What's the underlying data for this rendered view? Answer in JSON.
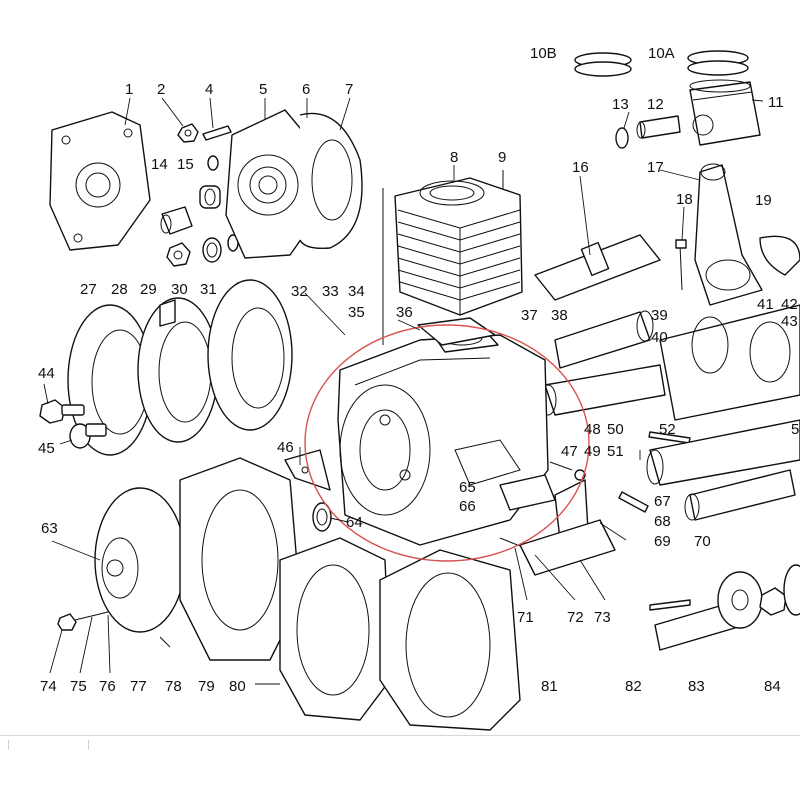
{
  "highlight_color": "#d9534f",
  "labels": {
    "p1": "1",
    "p2": "2",
    "p4": "4",
    "p5": "5",
    "p6": "6",
    "p7": "7",
    "p8": "8",
    "p9": "9",
    "p10B": "10B",
    "p10A": "10A",
    "p11": "11",
    "p12": "12",
    "p13": "13",
    "p14": "14",
    "p15": "15",
    "p16": "16",
    "p17": "17",
    "p18": "18",
    "p19": "19",
    "p27": "27",
    "p28": "28",
    "p29": "29",
    "p30": "30",
    "p31": "31",
    "p32": "32",
    "p33": "33",
    "p34": "34",
    "p35": "35",
    "p36": "36",
    "p37": "37",
    "p38": "38",
    "p39": "39",
    "p40": "40",
    "p41": "41",
    "p42": "42",
    "p43": "43",
    "p44": "44",
    "p45": "45",
    "p46": "46",
    "p47": "47",
    "p48": "48",
    "p49": "49",
    "p50": "50",
    "p51": "51",
    "p52": "52",
    "p5x": "5",
    "p63": "63",
    "p64": "64",
    "p65": "65",
    "p66": "66",
    "p67": "67",
    "p68": "68",
    "p69": "69",
    "p70": "70",
    "p71": "71",
    "p72": "72",
    "p73": "73",
    "p74": "74",
    "p75": "75",
    "p76": "76",
    "p77": "77",
    "p78": "78",
    "p79": "79",
    "p80": "80",
    "p81": "81",
    "p82": "82",
    "p83": "83",
    "p84": "84"
  }
}
